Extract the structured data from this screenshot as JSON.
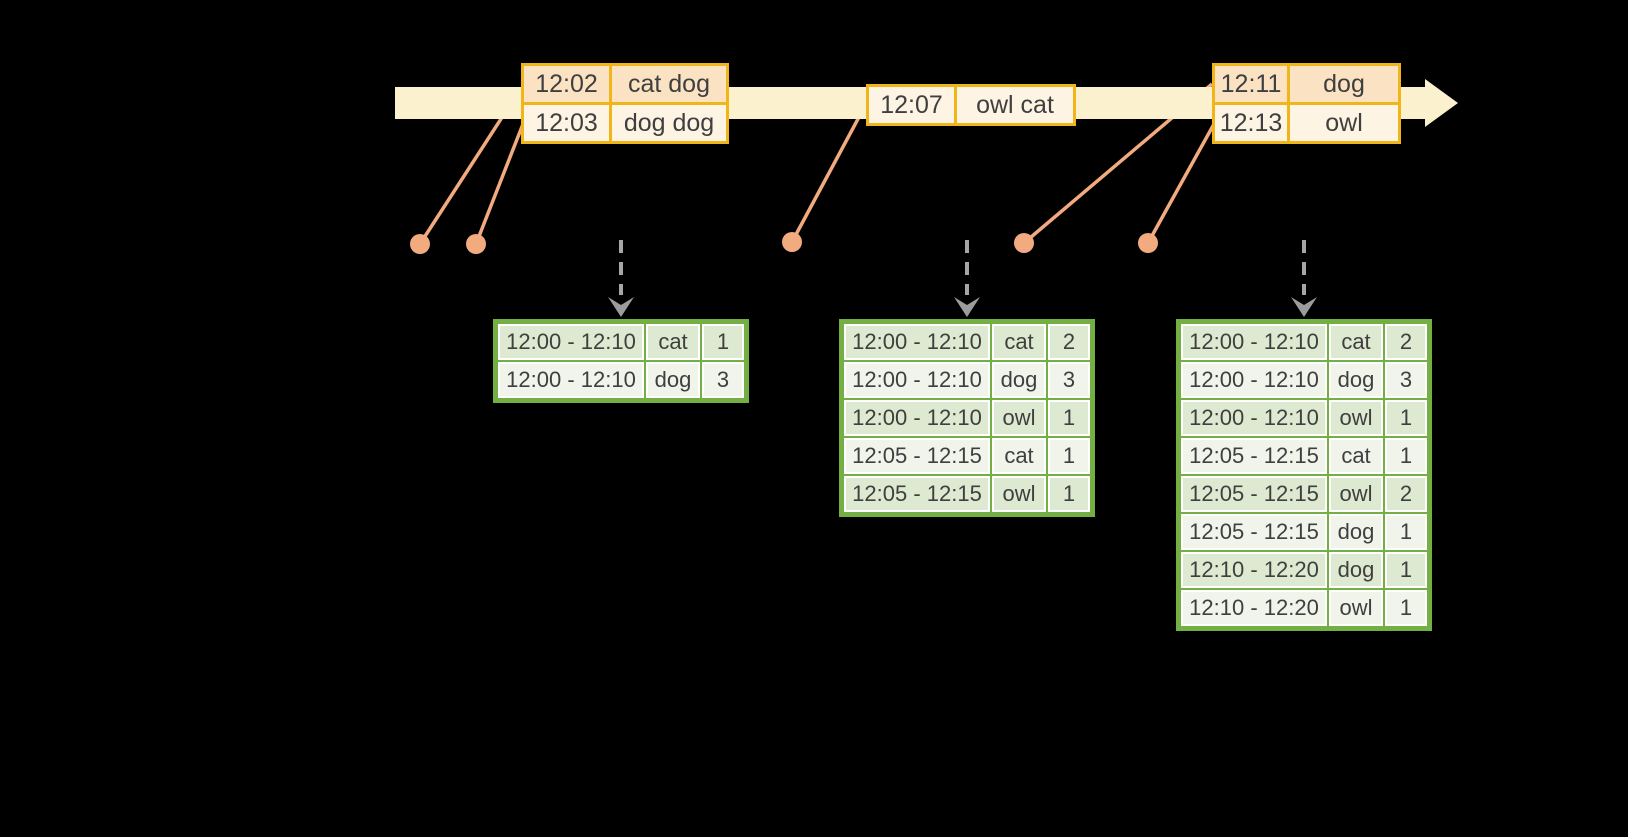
{
  "timeline": {
    "event_groups": [
      {
        "events": [
          {
            "time": "12:02",
            "words": "cat dog"
          },
          {
            "time": "12:03",
            "words": "dog dog"
          }
        ]
      },
      {
        "events": [
          {
            "time": "12:07",
            "words": "owl cat"
          }
        ]
      },
      {
        "events": [
          {
            "time": "12:11",
            "words": "dog"
          },
          {
            "time": "12:13",
            "words": "owl"
          }
        ]
      }
    ]
  },
  "result_tables": [
    {
      "rows": [
        {
          "window": "12:00 - 12:10",
          "word": "cat",
          "count": "1"
        },
        {
          "window": "12:00 - 12:10",
          "word": "dog",
          "count": "3"
        }
      ]
    },
    {
      "rows": [
        {
          "window": "12:00 - 12:10",
          "word": "cat",
          "count": "2"
        },
        {
          "window": "12:00 - 12:10",
          "word": "dog",
          "count": "3"
        },
        {
          "window": "12:00 - 12:10",
          "word": "owl",
          "count": "1"
        },
        {
          "window": "12:05 - 12:15",
          "word": "cat",
          "count": "1"
        },
        {
          "window": "12:05 - 12:15",
          "word": "owl",
          "count": "1"
        }
      ]
    },
    {
      "rows": [
        {
          "window": "12:00 - 12:10",
          "word": "cat",
          "count": "2"
        },
        {
          "window": "12:00 - 12:10",
          "word": "dog",
          "count": "3"
        },
        {
          "window": "12:00 - 12:10",
          "word": "owl",
          "count": "1"
        },
        {
          "window": "12:05 - 12:15",
          "word": "cat",
          "count": "1"
        },
        {
          "window": "12:05 - 12:15",
          "word": "owl",
          "count": "2"
        },
        {
          "window": "12:05 - 12:15",
          "word": "dog",
          "count": "1"
        },
        {
          "window": "12:10 - 12:20",
          "word": "dog",
          "count": "1"
        },
        {
          "window": "12:10 - 12:20",
          "word": "owl",
          "count": "1"
        }
      ]
    }
  ],
  "colors": {
    "background": "#000000",
    "timeline_fill": "#FBF1CF",
    "event_box_border": "#F0B519",
    "event_row_highlight": "#FAE2C2",
    "event_row_base": "#FDF4E4",
    "connector": "#F2AA7F",
    "trigger_arrow": "#A6A6A6",
    "table_border": "#73AF42",
    "table_row_dark": "#DEE9D1",
    "table_row_light": "#F0F4EB",
    "text": "#3F3F3F"
  }
}
